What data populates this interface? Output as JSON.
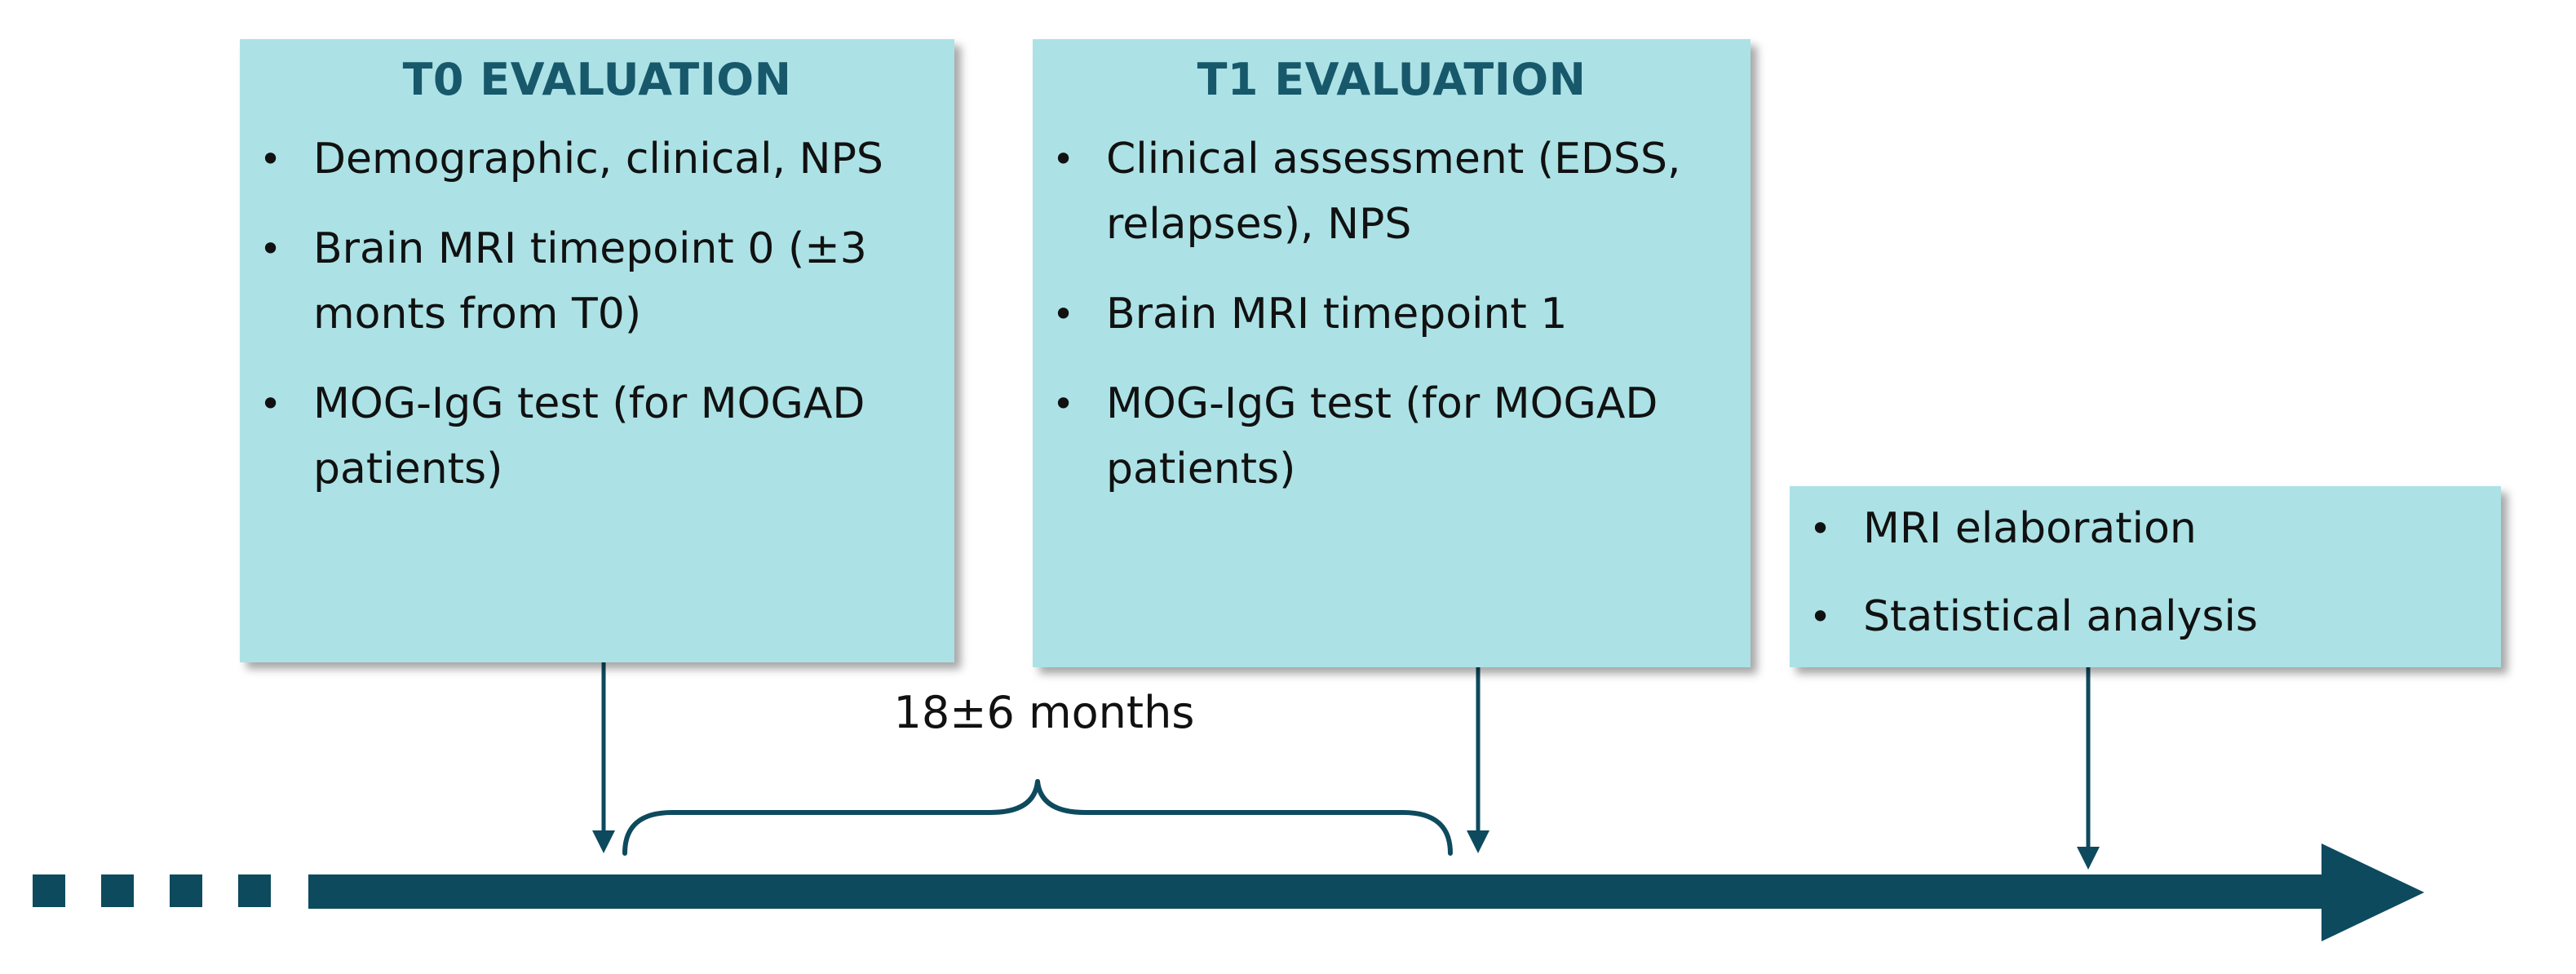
{
  "boxes": {
    "t0": {
      "title": "T0 EVALUATION",
      "items": [
        {
          "line1": "Demographic, clinical, NPS",
          "line2": ""
        },
        {
          "line1": "Brain MRI timepoint 0 (±3",
          "line2": "monts from T0)"
        },
        {
          "line1": "MOG-IgG test (for MOGAD",
          "line2": "patients)"
        }
      ]
    },
    "t1": {
      "title": "T1 EVALUATION",
      "items": [
        {
          "line1": "Clinical assessment (EDSS,",
          "line2": "relapses), NPS"
        },
        {
          "line1": "Brain MRI timepoint 1",
          "line2": ""
        },
        {
          "line1": "MOG-IgG test (for MOGAD",
          "line2": "patients)"
        }
      ]
    },
    "post": {
      "items": [
        {
          "line1": "MRI elaboration",
          "line2": ""
        },
        {
          "line1": "Statistical analysis",
          "line2": ""
        }
      ]
    }
  },
  "interval": {
    "label": "18±6 months"
  },
  "colors": {
    "box_fill": "#ace2e6",
    "title_text": "#17586b",
    "timeline": "#0d4a5e"
  }
}
